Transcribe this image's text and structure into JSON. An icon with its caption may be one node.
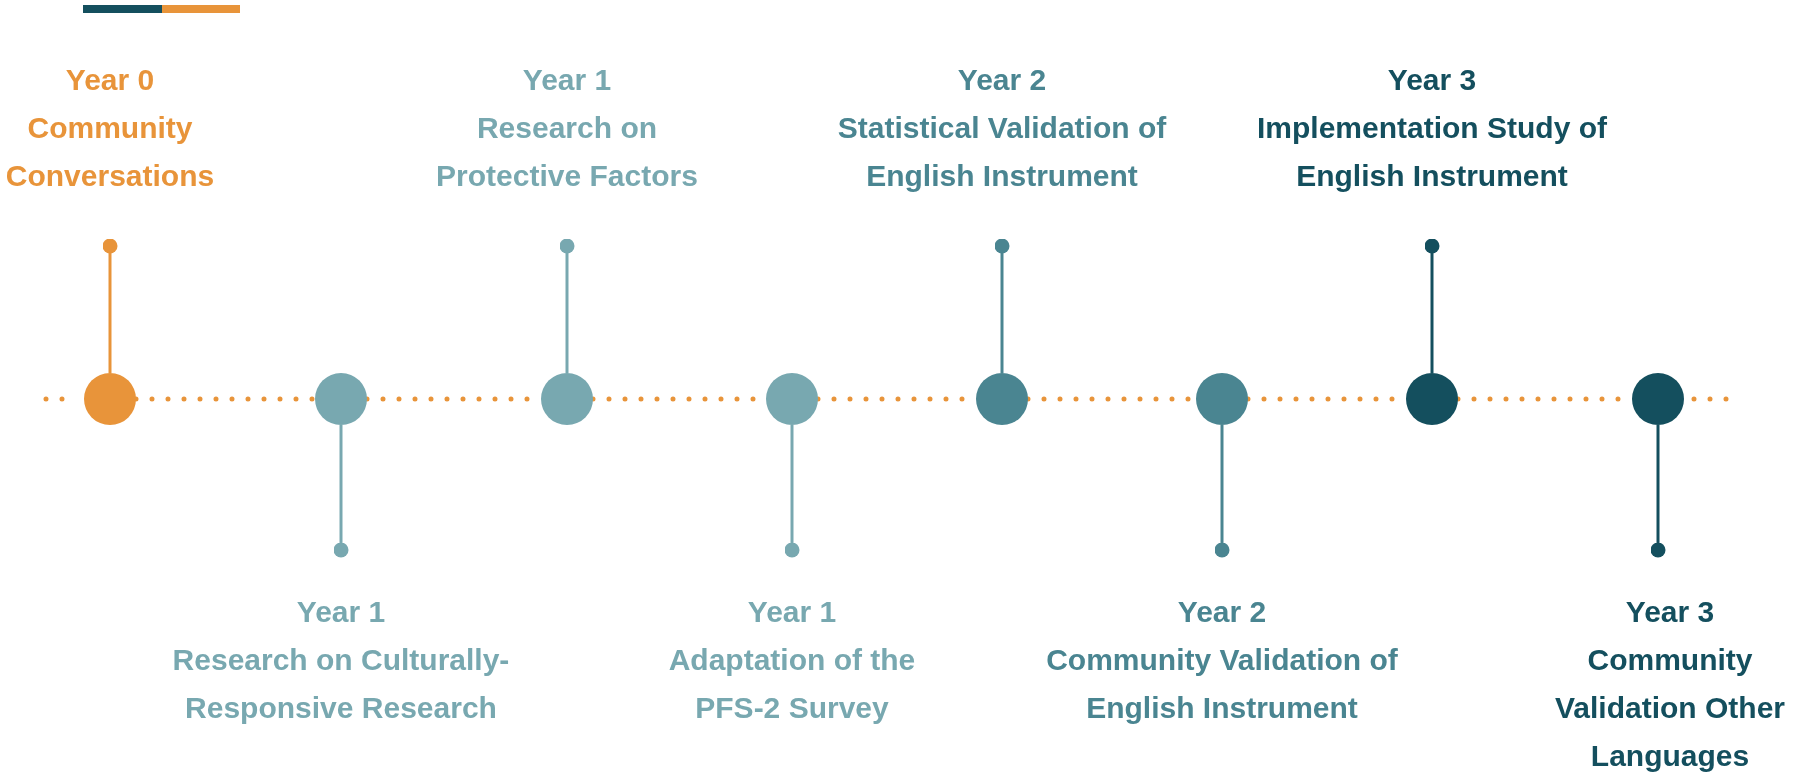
{
  "diagram": {
    "nodes": [
      {
        "text": [
          "Year 0",
          "Community Conversations"
        ]
      },
      {
        "text": [
          "Year 1",
          "Research on Culturally-Responsive Research"
        ]
      },
      {
        "text": [
          "Year 1",
          "Research on Protective Factors"
        ]
      },
      {
        "text": [
          "Year 1",
          "Adaptation of the PFS-2 Survey"
        ]
      },
      {
        "text": [
          "Year 2",
          "Statistical Validation of English Instrument"
        ]
      },
      {
        "text": [
          "Year 2",
          "Community Validation of English Instrument"
        ]
      },
      {
        "text": [
          "Year 3",
          "Implementation Study of English Instrument"
        ]
      },
      {
        "text": [
          "Year 3",
          "Community Validation Other Languages"
        ]
      },
      {
        "text": [],
        "shape": "circle"
      },
      {
        "text": [],
        "shape": "circle"
      },
      {
        "text": [],
        "shape": "circle"
      },
      {
        "text": [],
        "shape": "circle"
      },
      {
        "text": [],
        "shape": "circle"
      },
      {
        "text": [],
        "shape": "circle"
      },
      {
        "text": [],
        "shape": "circle"
      },
      {
        "text": [],
        "shape": "circle"
      }
    ],
    "edges": [
      {
        "from": 0,
        "to": 8,
        "arrow": "other",
        "color": "#e8943a"
      },
      {
        "from": 1,
        "to": 9,
        "arrow": "other",
        "color": "#78a8b0"
      },
      {
        "from": 2,
        "to": 10,
        "arrow": "other",
        "color": "#78a8b0"
      },
      {
        "from": 3,
        "to": 11,
        "arrow": "other",
        "color": "#78a8b0"
      },
      {
        "from": 4,
        "to": 12,
        "arrow": "other",
        "color": "#4a8591"
      },
      {
        "from": 5,
        "to": 13,
        "arrow": "other",
        "color": "#4a8591"
      },
      {
        "from": 6,
        "to": 14,
        "arrow": "other",
        "color": "#144f5e"
      },
      {
        "from": 7,
        "to": 15,
        "arrow": "other",
        "color": "#144f5e"
      },
      {
        "from": 8,
        "to": 9,
        "arrow": "none",
        "style": "dashed",
        "color": "#e8943a"
      },
      {
        "from": 9,
        "to": 10,
        "arrow": "none",
        "style": "dashed",
        "color": "#e8943a"
      },
      {
        "from": 10,
        "to": 11,
        "arrow": "none",
        "style": "dashed",
        "color": "#e8943a"
      },
      {
        "from": 11,
        "to": 12,
        "arrow": "none",
        "style": "dashed",
        "color": "#e8943a"
      },
      {
        "from": 12,
        "to": 13,
        "arrow": "none",
        "style": "dashed",
        "color": "#e8943a"
      },
      {
        "from": 13,
        "to": 14,
        "arrow": "none",
        "style": "dashed",
        "color": "#e8943a"
      },
      {
        "from": 14,
        "to": 15,
        "arrow": "none",
        "style": "dashed",
        "color": "#e8943a"
      }
    ]
  }
}
